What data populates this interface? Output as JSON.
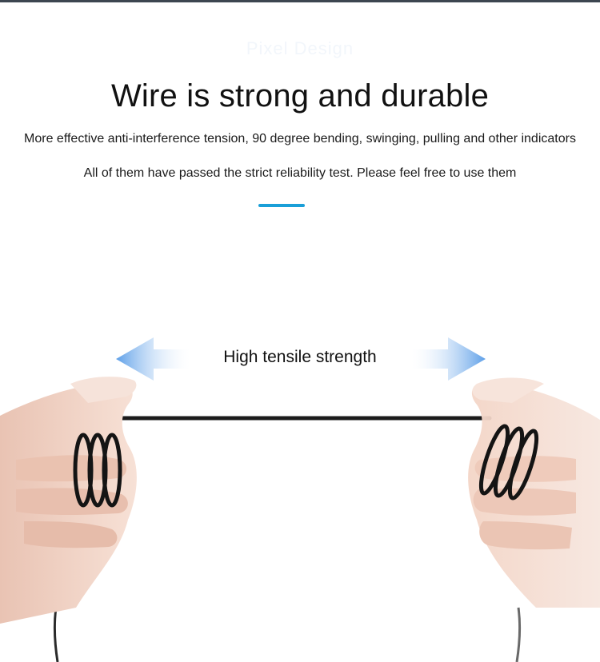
{
  "header": {
    "ghost_text": "Pixel Design",
    "headline": "Wire is strong and durable",
    "subline_1": "More effective anti-interference tension, 90 degree bending, swinging, pulling and other indicators",
    "subline_2": "All of them have passed the strict reliability test. Please feel free to use them"
  },
  "illustration": {
    "label": "High tensile strength",
    "icons": [
      "arrow-left-icon",
      "arrow-right-icon",
      "hand-left-icon",
      "hand-right-icon",
      "cable-icon"
    ]
  },
  "colors": {
    "accent": "#1a9fd8",
    "arrow": "#7fb6ec",
    "skin": "#f3d6c8",
    "cable": "#1b1b1b"
  }
}
